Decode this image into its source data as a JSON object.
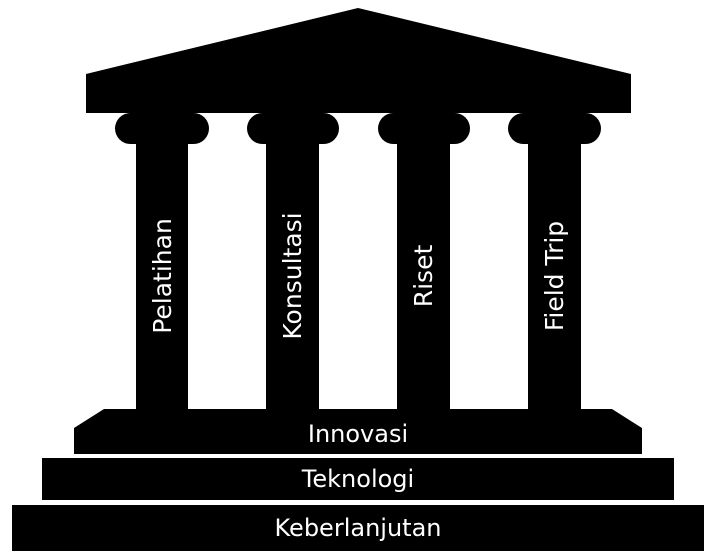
{
  "diagram": {
    "colors": {
      "structure": "#000000",
      "text": "#ffffff",
      "background": "#ffffff"
    },
    "pillars": [
      {
        "label": "Pelatihan"
      },
      {
        "label": "Konsultasi"
      },
      {
        "label": "Riset"
      },
      {
        "label": "Field Trip"
      }
    ],
    "steps": [
      {
        "label": "Innovasi"
      },
      {
        "label": "Teknologi"
      },
      {
        "label": "Keberlanjutan"
      }
    ]
  }
}
